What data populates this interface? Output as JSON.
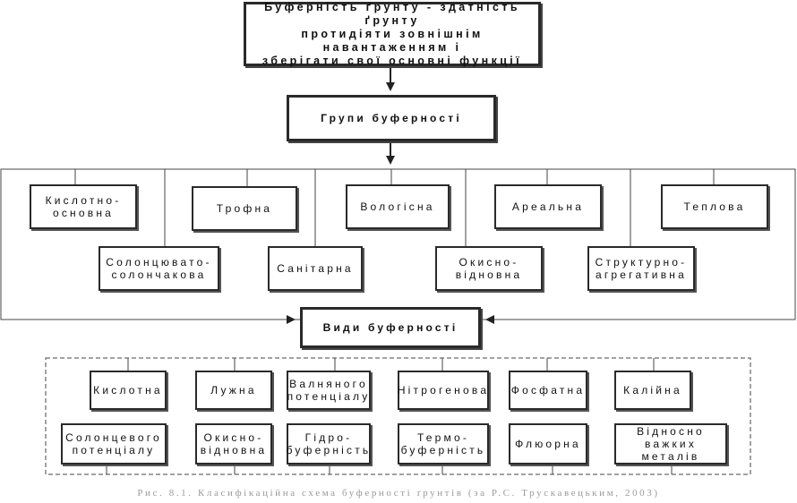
{
  "diagram": {
    "root": "Буферність ґрунту - здатність ґрунту\nпротидіяти зовнішнім навантаженням і\nзберігати свої основні функції",
    "groups_header": "Групи буферності",
    "groups_top": [
      "Кислотно-\nосновна",
      "Трофна",
      "Вологісна",
      "Ареальна",
      "Теплова"
    ],
    "groups_bottom": [
      "Солонцювато-\nсолончакова",
      "Санітарна",
      "Окисно-\nвідновна",
      "Структурно-\nагрегативна"
    ],
    "types_header": "Види буферності",
    "types_top": [
      "Кислотна",
      "Лужна",
      "Валняного\nпотенціалу",
      "Нітрогенова",
      "Фосфатна",
      "Калійна"
    ],
    "types_bottom": [
      "Солонцевого\nпотенціалу",
      "Окисно-\nвідновна",
      "Гідро-\nбуферність",
      "Термо-\nбуферність",
      "Флюорна",
      "Відносно\nважких металів"
    ]
  },
  "caption": "Рис. 8.1. Класифікаційна схема буферності ґрунтів (за Р.С. Трускавецьким, 2003)"
}
